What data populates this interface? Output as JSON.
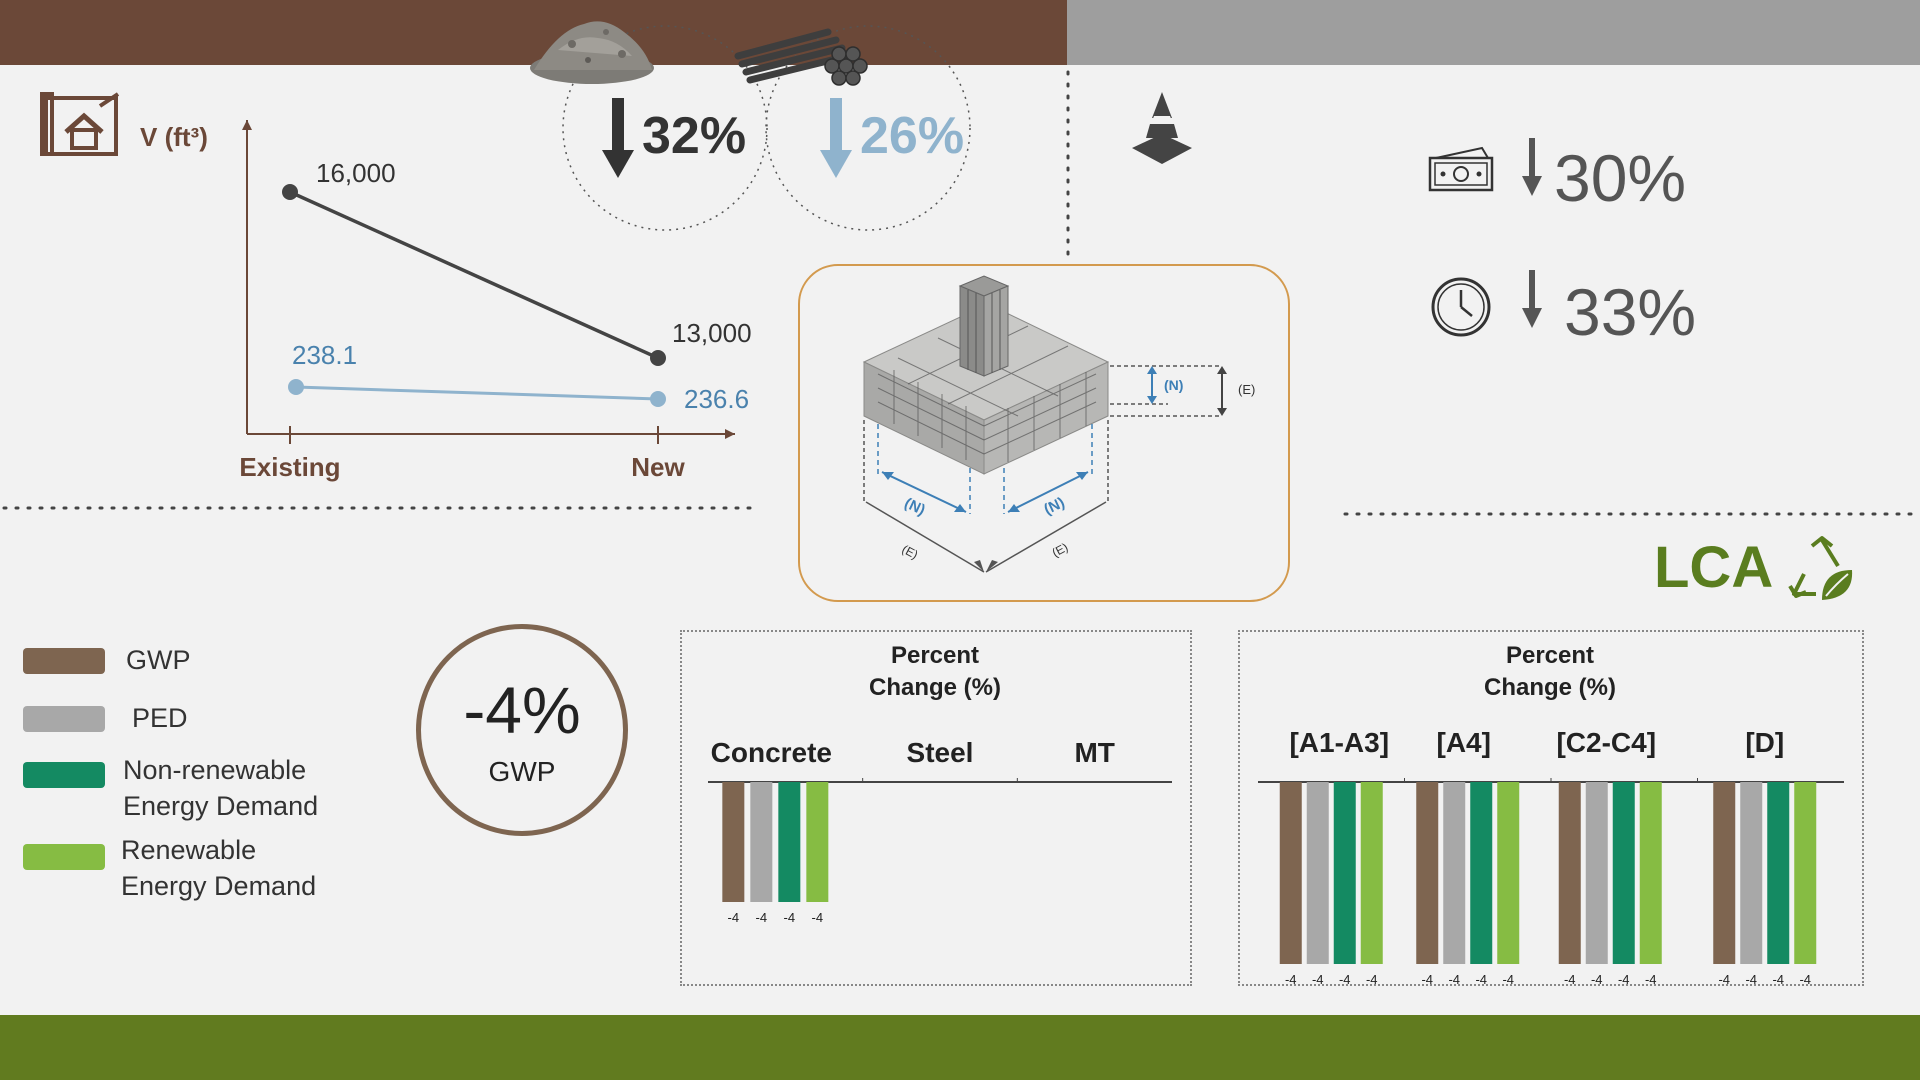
{
  "colors": {
    "gwp": "#7e6550",
    "ped": "#a8a8a8",
    "nonrenewable": "#148a62",
    "renewable": "#86bc43",
    "brown": "#6b4838",
    "blue": "#8fb3cd",
    "lca_green": "#5a7d1f"
  },
  "icons": [
    "house-plan-icon",
    "soil-pile-image",
    "rebar-bundle-image",
    "traffic-cone-icon",
    "money-icon",
    "clock-icon",
    "recycle-leaf-icon",
    "down-arrow-icon",
    "footing-3d-image"
  ],
  "reduction": {
    "soil_pct": "32%",
    "steel_pct": "26%",
    "cost_pct": "30%",
    "time_pct": "33%"
  },
  "volume_chart": {
    "chart_data": {
      "type": "line",
      "categories": [
        "Existing",
        "New"
      ],
      "ylabel": "V (ft³)",
      "series": [
        {
          "values": [
            16000,
            13000
          ],
          "labels": [
            "16,000",
            "13,000"
          ]
        },
        {
          "values": [
            238.1,
            236.6
          ],
          "labels": [
            "238.1",
            "236.6"
          ]
        }
      ]
    }
  },
  "footing": {
    "label_n": "(N)",
    "label_e": "(E)"
  },
  "lca": {
    "title": "LCA",
    "gwp_change": "-4%",
    "gwp_label": "GWP"
  },
  "legend": [
    {
      "label_line1": "GWP",
      "label_line2": ""
    },
    {
      "label_line1": "PED",
      "label_line2": ""
    },
    {
      "label_line1": "Non-renewable",
      "label_line2": "Energy Demand"
    },
    {
      "label_line1": "Renewable",
      "label_line2": "Energy Demand"
    }
  ],
  "material_chart": {
    "title_line1": "Percent",
    "title_line2": "Change (%)",
    "chart_data": {
      "type": "bar",
      "categories": [
        "Concrete",
        "Steel",
        "MT"
      ],
      "series": [
        {
          "name": "GWP",
          "values": [
            -4,
            null,
            null
          ]
        },
        {
          "name": "PED",
          "values": [
            -4,
            null,
            null
          ]
        },
        {
          "name": "Non-renewable Energy Demand",
          "values": [
            -4,
            null,
            null
          ]
        },
        {
          "name": "Renewable Energy Demand",
          "values": [
            -4,
            null,
            null
          ]
        }
      ]
    }
  },
  "stage_chart": {
    "title_line1": "Percent",
    "title_line2": "Change (%)",
    "chart_data": {
      "type": "bar",
      "categories": [
        "[A1-A3]",
        "[A4]",
        "[C2-C4]",
        "[D]"
      ],
      "series": [
        {
          "name": "GWP",
          "values": [
            -4,
            -4,
            -4,
            -4
          ]
        },
        {
          "name": "PED",
          "values": [
            -4,
            -4,
            -4,
            -4
          ]
        },
        {
          "name": "Non-renewable Energy Demand",
          "values": [
            -4,
            -4,
            -4,
            -4
          ]
        },
        {
          "name": "Renewable Energy Demand",
          "values": [
            -4,
            -4,
            -4,
            -4
          ]
        }
      ]
    }
  }
}
